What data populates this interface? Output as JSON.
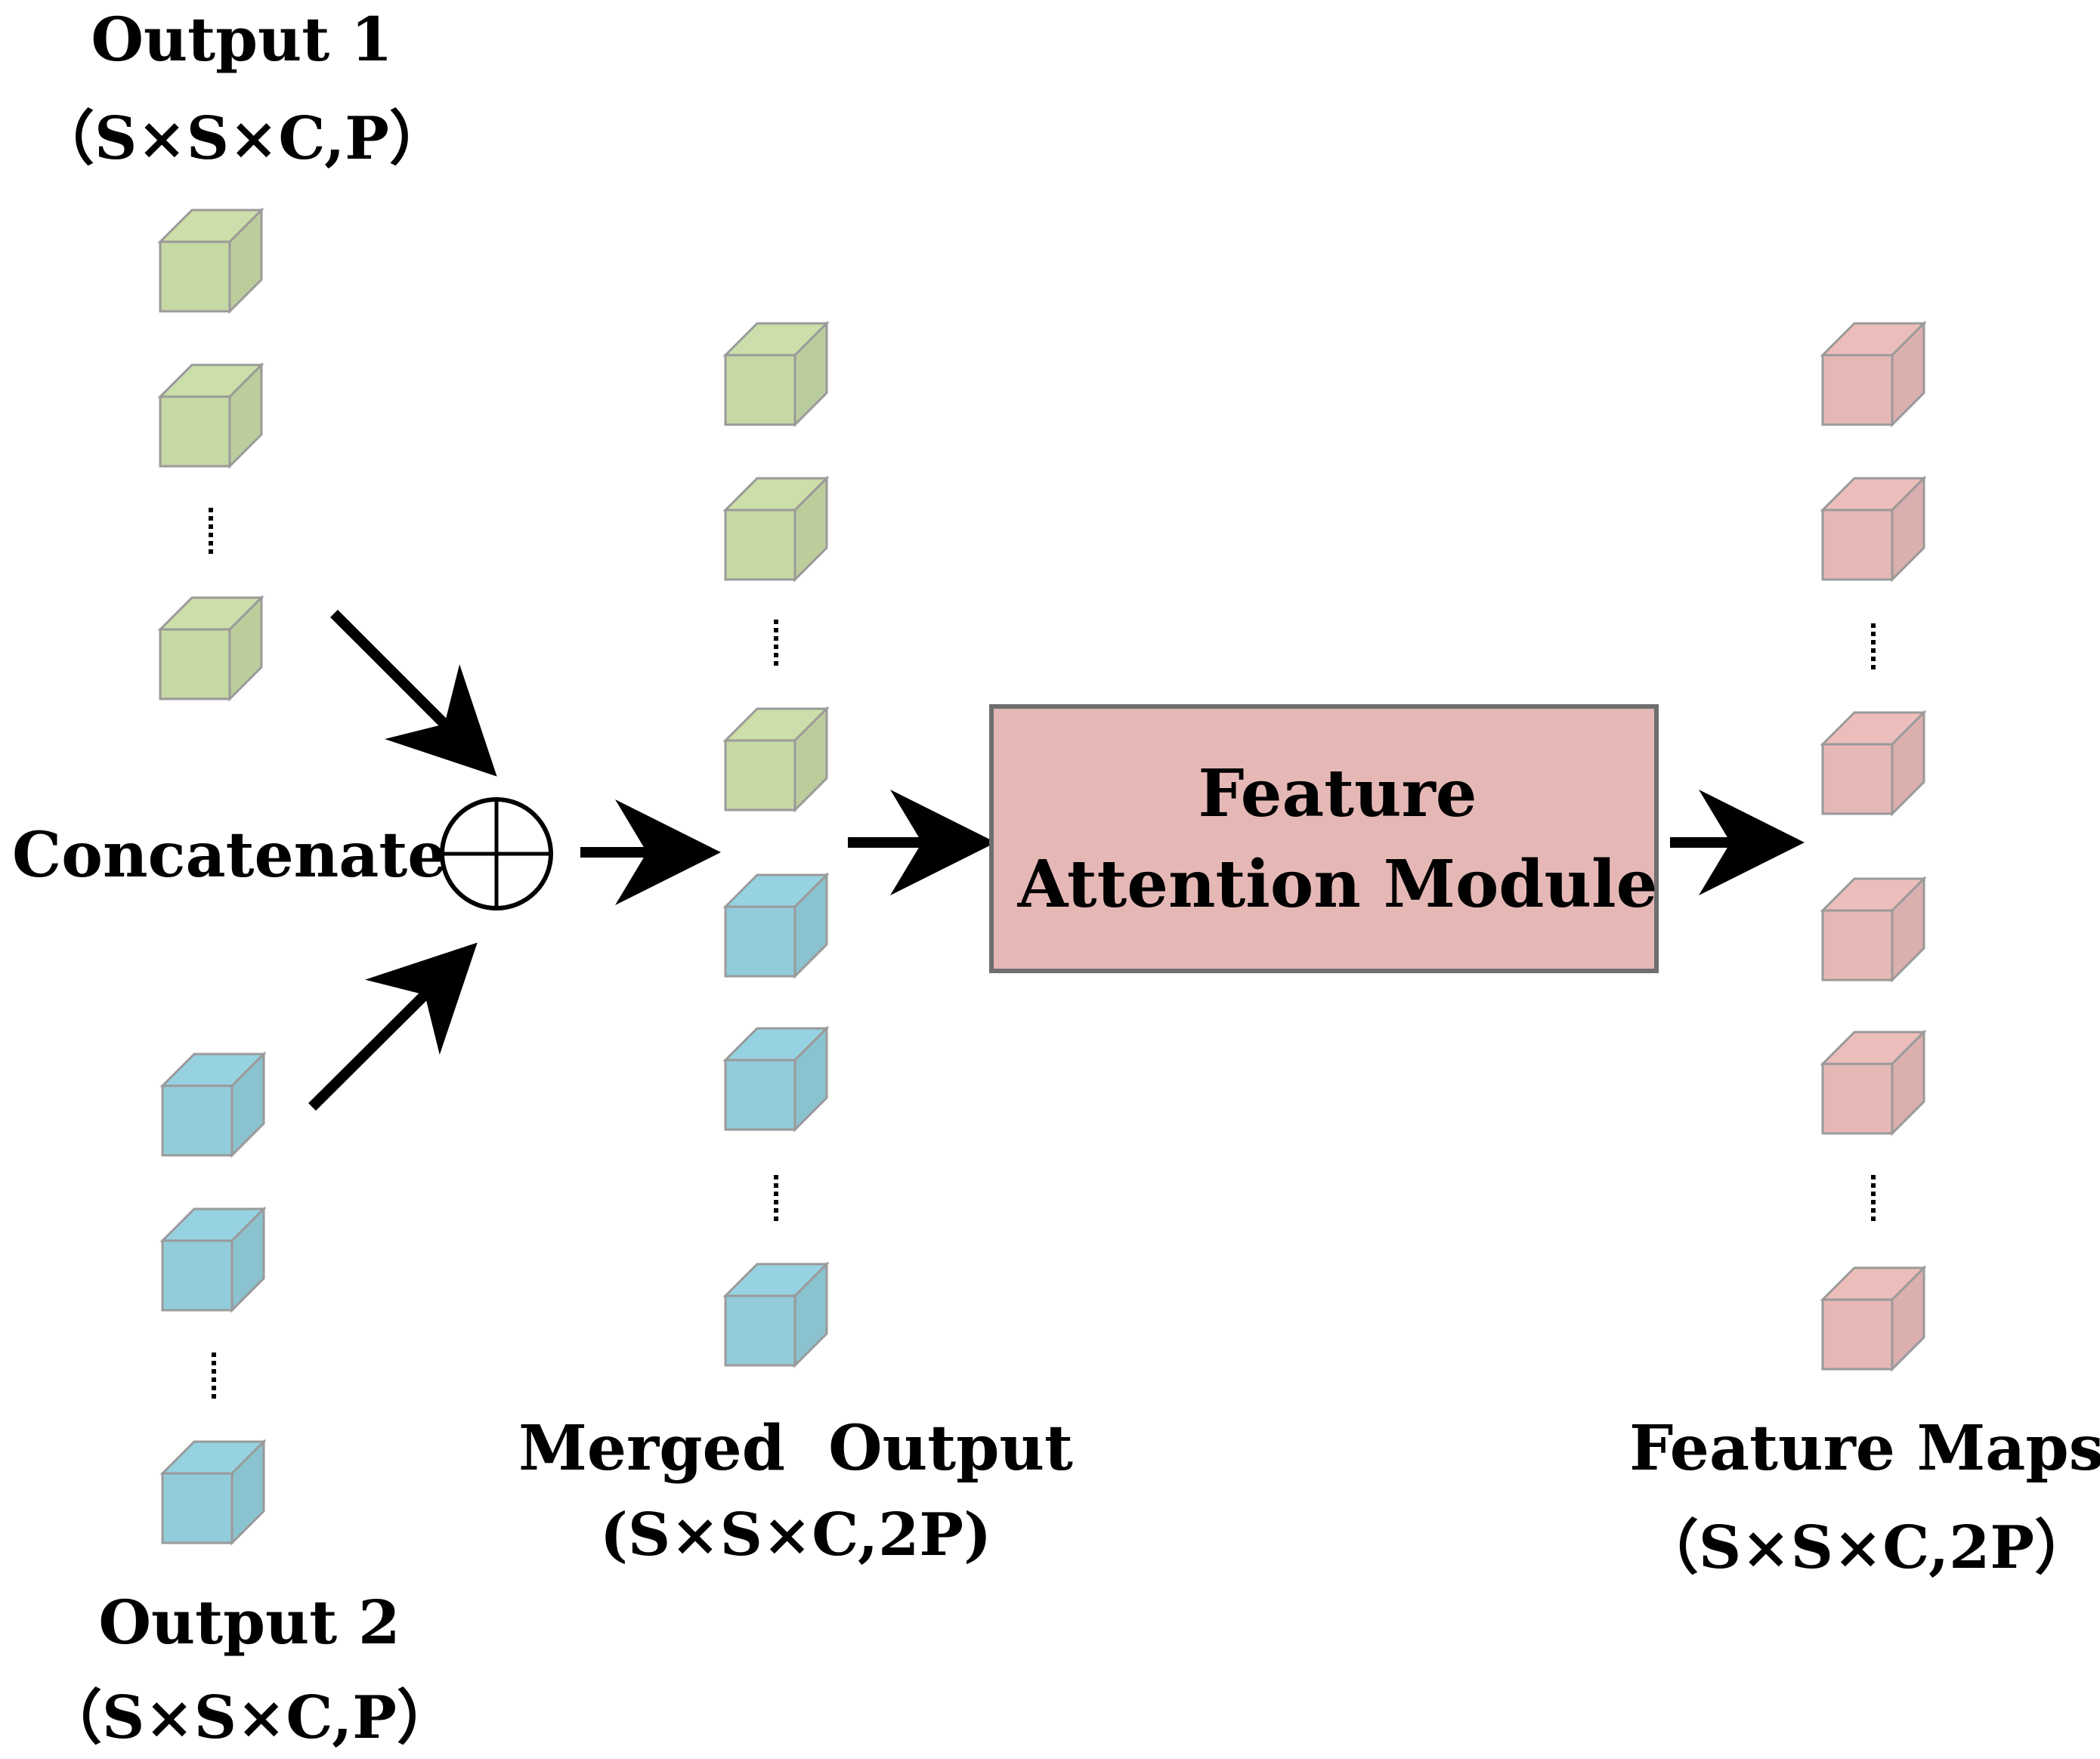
{
  "colors": {
    "green_cube": "#c6d8a4",
    "blue_cube": "#92ccda",
    "pink_cube": "#e5b8b6",
    "module_fill": "#e5b8b6",
    "module_border": "#6e6e6e",
    "arrow": "#000000"
  },
  "output1": {
    "title": "Output 1",
    "shape": "（S×S×C,P）"
  },
  "output2": {
    "title": "Output 2",
    "shape": "（S×S×C,P）"
  },
  "concat": {
    "label": "Concatenate",
    "icon": "circled-plus-icon"
  },
  "merged": {
    "title": "Merged  Output",
    "shape": "(S×S×C,2P)"
  },
  "module": {
    "line1": "Feature",
    "line2": "Attention Module"
  },
  "feature_maps": {
    "title": "Feature Maps",
    "shape": "（S×S×C,2P）"
  }
}
